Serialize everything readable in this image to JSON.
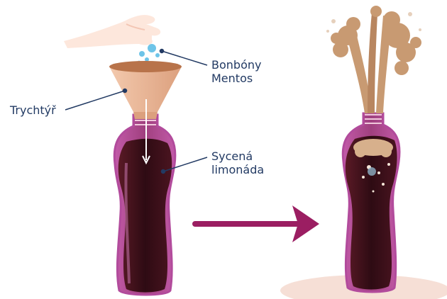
{
  "labels": {
    "mentos_line1": "Bonbóny",
    "mentos_line2": "Mentos",
    "funnel": "Trychtýř",
    "soda_line1": "Sycená",
    "soda_line2": "limonáda"
  },
  "colors": {
    "label_text": "#223a63",
    "bottle_outline": "#b24b9c",
    "liquid": "#3a1018",
    "arrow": "#9b1e62",
    "funnel": "#e8b89a",
    "foam": "#c89a72",
    "mentos": "#6ec4e8",
    "floor": "#f6dfd6"
  },
  "icons": [
    "hand-icon",
    "funnel-icon",
    "bottle-icon",
    "mentos-candies-icon",
    "eruption-icon",
    "arrow-right-icon"
  ]
}
